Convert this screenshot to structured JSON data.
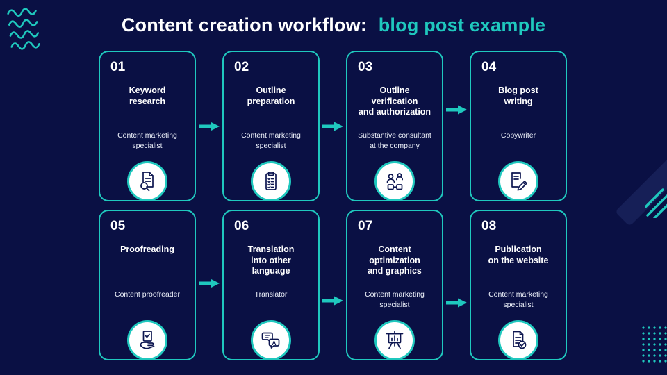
{
  "colors": {
    "background": "#0a1044",
    "accent": "#1fc8be",
    "text": "#ffffff",
    "icon_ink": "#0d1650",
    "decor_dark": "#161f57"
  },
  "header": {
    "title_main": "Content creation workflow:",
    "title_highlight": "blog post example"
  },
  "cards": [
    {
      "number": "01",
      "title": "Keyword\nresearch",
      "subtitle": "Content marketing\nspecialist",
      "icon": "document-search-icon"
    },
    {
      "number": "02",
      "title": "Outline\npreparation",
      "subtitle": "Content marketing\nspecialist",
      "icon": "checklist-icon"
    },
    {
      "number": "03",
      "title": "Outline\nverification\nand authorization",
      "subtitle": "Substantive consultant\nat the company",
      "icon": "team-review-icon"
    },
    {
      "number": "04",
      "title": "Blog post\nwriting",
      "subtitle": "Copywriter",
      "icon": "pen-writing-icon"
    },
    {
      "number": "05",
      "title": "Proofreading",
      "subtitle": "Content proofreader",
      "icon": "approved-document-hand-icon"
    },
    {
      "number": "06",
      "title": "Translation\ninto other\nlanguage",
      "subtitle": "Translator",
      "icon": "translation-bubbles-icon"
    },
    {
      "number": "07",
      "title": "Content\noptimization\nand graphics",
      "subtitle": "Content marketing\nspecialist",
      "icon": "presentation-chart-icon"
    },
    {
      "number": "08",
      "title": "Publication\non the website",
      "subtitle": "Content marketing\nspecialist",
      "icon": "published-document-check-icon"
    }
  ],
  "decorations": [
    "wavy-lines",
    "diagonal-lines",
    "dark-swoosh",
    "dot-grid"
  ]
}
